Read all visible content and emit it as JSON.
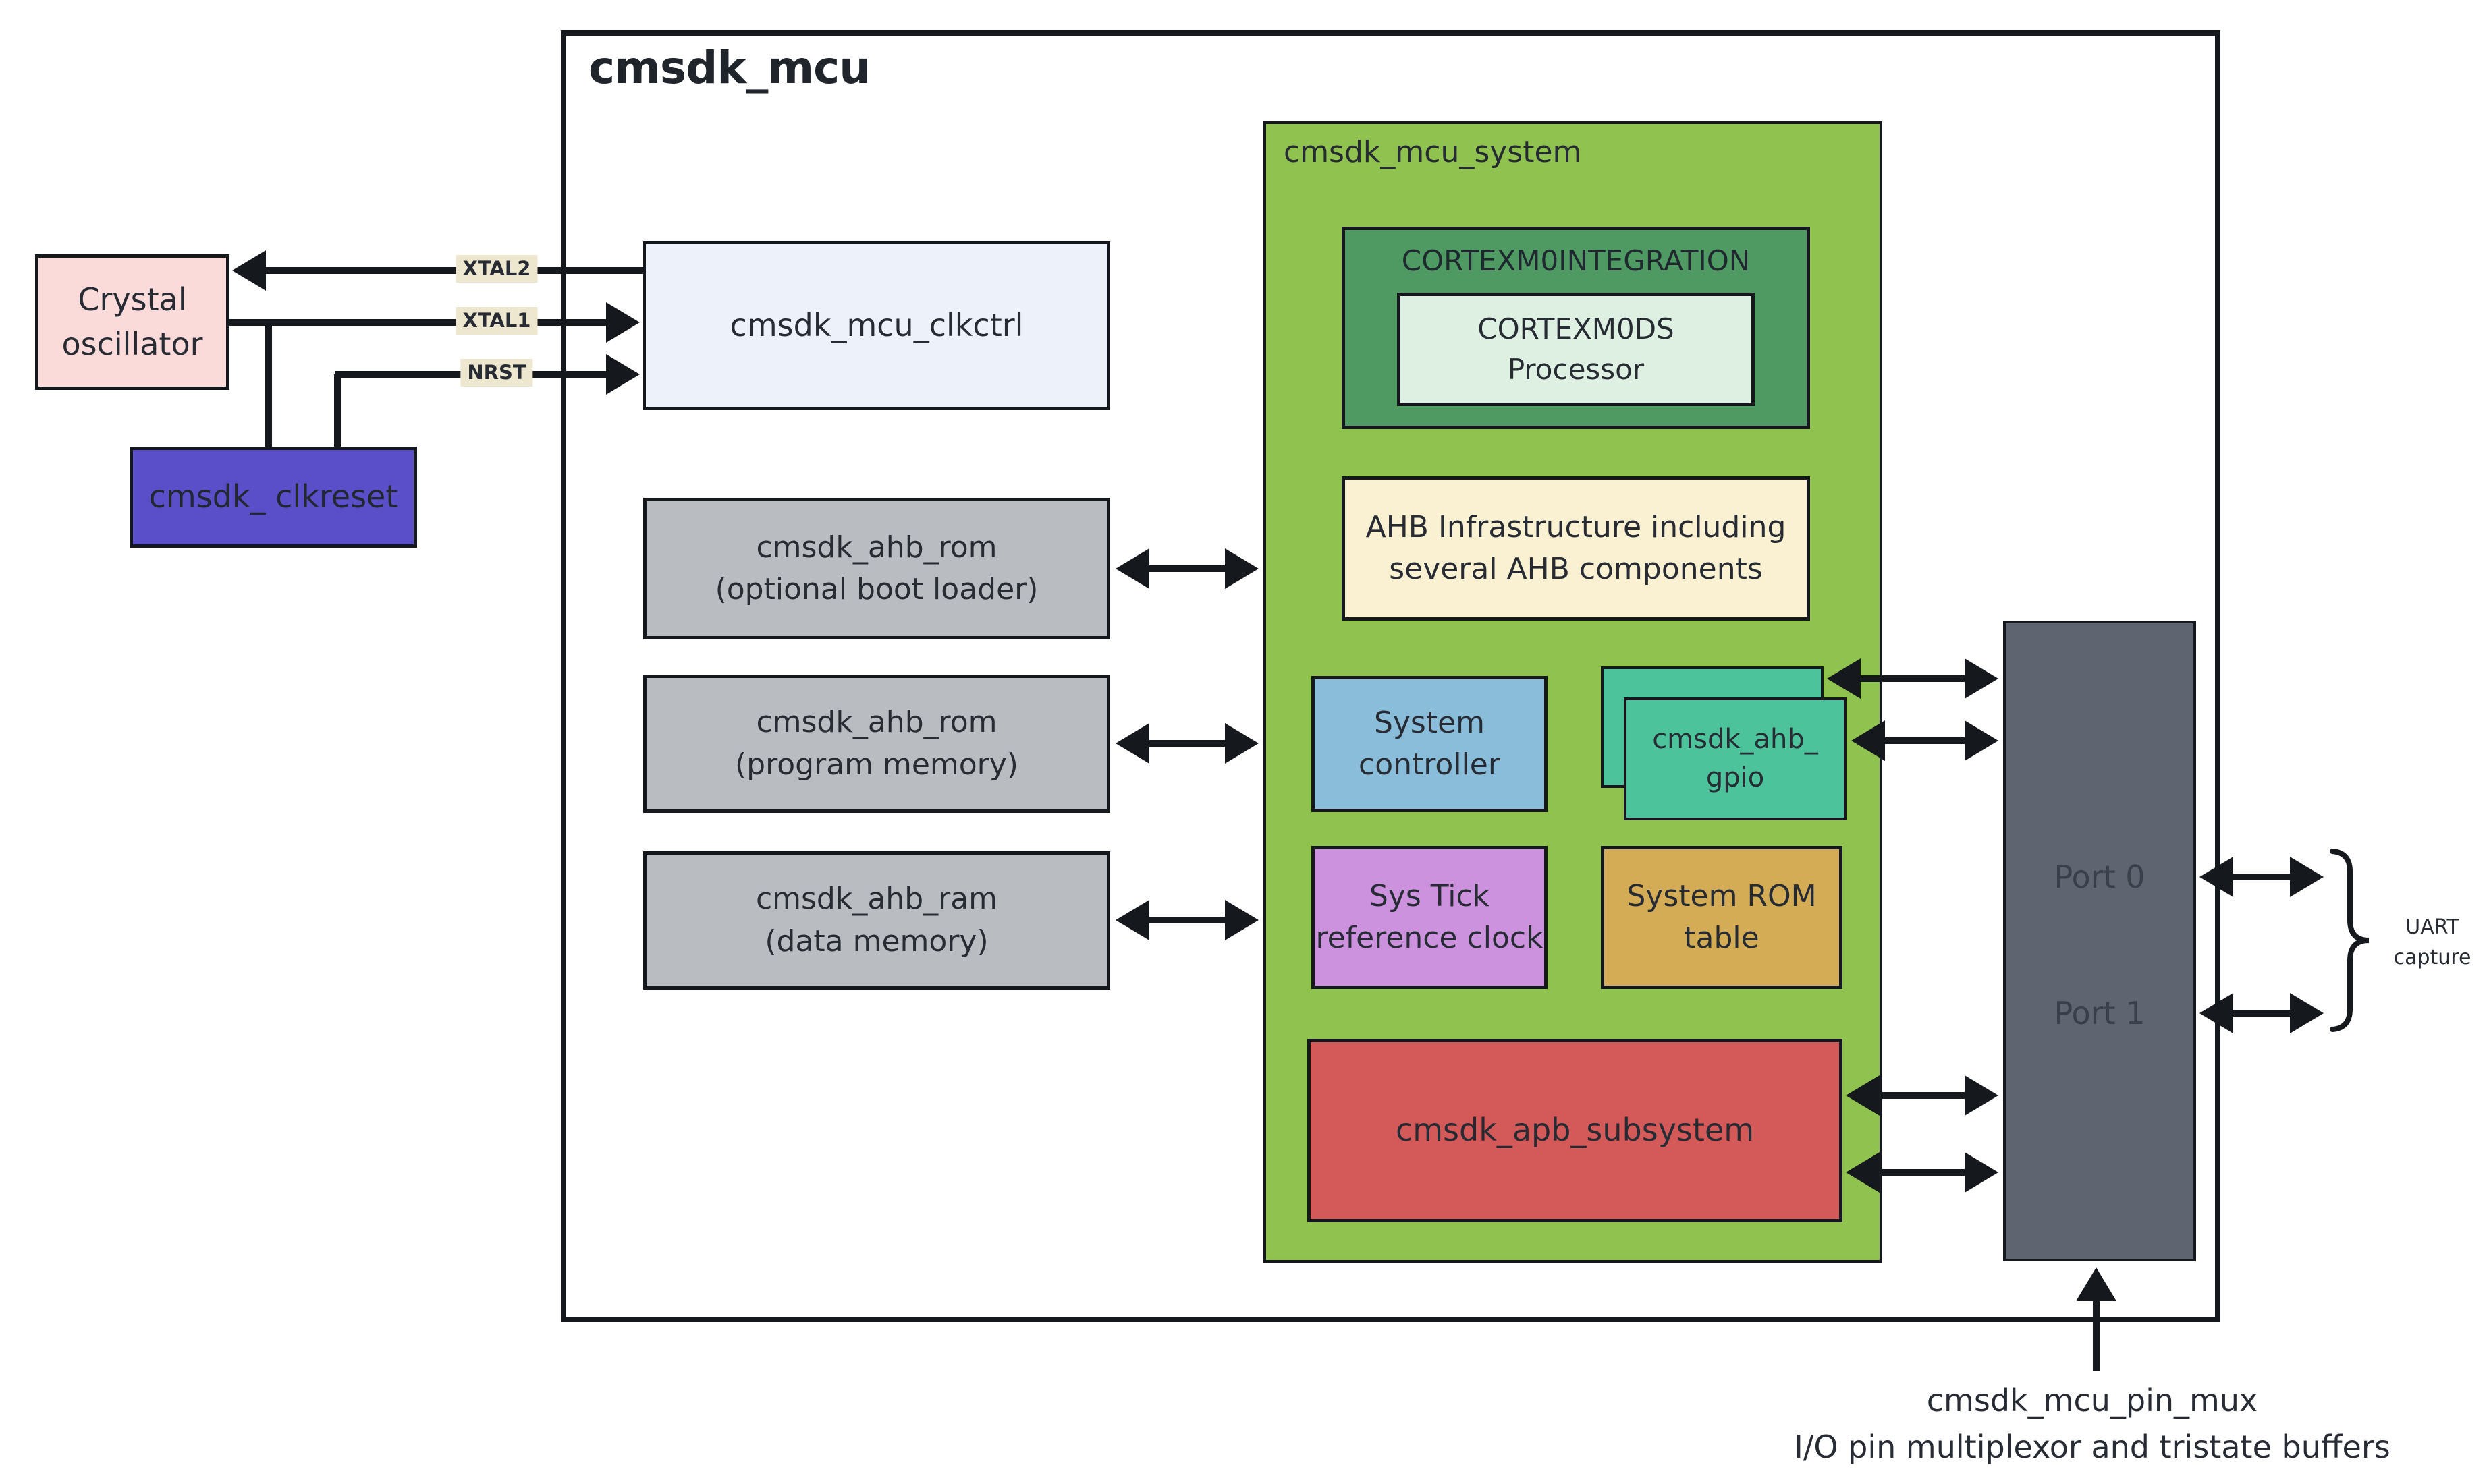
{
  "title": "cmsdk_mcu",
  "external": {
    "crystal_line1": "Crystal",
    "crystal_line2": "oscillator",
    "clkreset_label": "cmsdk_ clkreset"
  },
  "signals": {
    "xtal2": "XTAL2",
    "xtal1": "XTAL1",
    "nrst": "NRST"
  },
  "clkctrl_label": "cmsdk_mcu_clkctrl",
  "memories": [
    {
      "line1": "cmsdk_ahb_rom",
      "line2": "(optional boot loader)"
    },
    {
      "line1": "cmsdk_ahb_rom",
      "line2": "(program memory)"
    },
    {
      "line1": "cmsdk_ahb_ram",
      "line2": "(data memory)"
    }
  ],
  "system": {
    "label": "cmsdk_mcu_system",
    "cortex_label": "CORTEXM0INTEGRATION",
    "processor_line1": "CORTEXM0DS",
    "processor_line2": "Processor",
    "ahb_line1": "AHB Infrastructure including",
    "ahb_line2": "several AHB components",
    "sysctrl_line1": "System",
    "sysctrl_line2": "controller",
    "gpio_line1": "cmsdk_ahb_",
    "gpio_line2": "gpio",
    "systick_line1": "Sys Tick",
    "systick_line2": "reference clock",
    "romtable_line1": "System ROM",
    "romtable_line2": "table",
    "apb_label": "cmsdk_apb_subsystem"
  },
  "pinmux": {
    "port0": "Port 0",
    "port1": "Port 1",
    "caption_line1": "cmsdk_mcu_pin_mux",
    "caption_line2": "I/O pin multiplexor and tristate buffers"
  },
  "annotations": {
    "uart_line1": "UART",
    "uart_line2": "capture"
  },
  "colors": {
    "canvas_bg": "#ffffff",
    "outline": "#15181d",
    "crystal_bg": "#fbdada",
    "clkreset_bg": "#5a4fc8",
    "clkctrl_bg": "#edf1fa",
    "memory_bg": "#b9bdc1",
    "system_bg": "#8fc24e",
    "cortex_bg": "#4f9a62",
    "processor_bg": "#def0e2",
    "ahb_bg": "#faf0d2",
    "sysctrl_bg": "#8abdd9",
    "gpio_bg": "#4cc39b",
    "systick_bg": "#cc92dd",
    "romtable_bg": "#d3ac55",
    "apb_bg": "#d45a59",
    "port_bg": "#5e6571",
    "signal_chip_bg": "#eee7cf"
  }
}
